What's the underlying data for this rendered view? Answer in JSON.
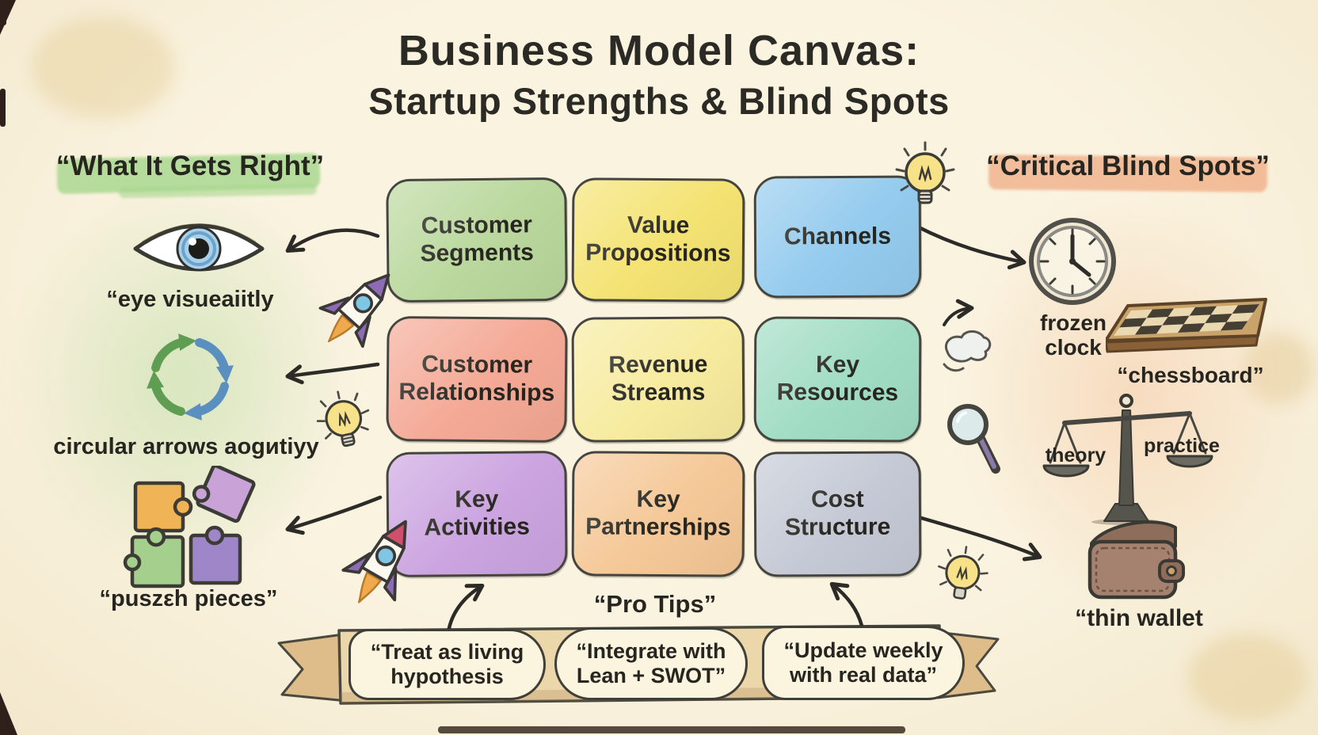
{
  "title": {
    "line1": "Business Model Canvas:",
    "line2": "Startup Strengths & Blind Spots"
  },
  "left_panel": {
    "heading": "“What It Gets Right”",
    "highlight_color": "#a6d78d",
    "eye_label": "“eye visueaiitly",
    "cycle_label": "circular arrows aogиtiyy",
    "puzzle_label": "“puszεh pieces”"
  },
  "right_panel": {
    "heading": "“Critical Blind Spots”",
    "highlight_color": "#f1b48e",
    "clock_label": "frozen clock",
    "chessboard_label": "“chessboard”",
    "scale_left_label": "theory",
    "scale_right_label": "practice",
    "wallet_label": "“thin wallet"
  },
  "canvas_grid": {
    "cells": [
      {
        "label": "Customer Segments",
        "color": "#bad89d"
      },
      {
        "label": "Value Propositions",
        "color": "#f4e372"
      },
      {
        "label": "Channels",
        "color": "#94cbee"
      },
      {
        "label": "Customer Relationships",
        "color": "#f4a995"
      },
      {
        "label": "Revenue Streams",
        "color": "#f7eb9f"
      },
      {
        "label": "Key Resources",
        "color": "#a0dcc3"
      },
      {
        "label": "Key Activities",
        "color": "#cba4e0"
      },
      {
        "label": "Key Partnerships",
        "color": "#f5c897"
      },
      {
        "label": "Cost Structure",
        "color": "#c4c9d5"
      }
    ]
  },
  "pro_tips": {
    "heading": "“Pro Tips”",
    "tips": [
      {
        "text": "“Treat as living hypothesis"
      },
      {
        "text": "“Integrate with Lean + SWOT”"
      },
      {
        "text": "“Update weekly with real data”"
      }
    ]
  }
}
